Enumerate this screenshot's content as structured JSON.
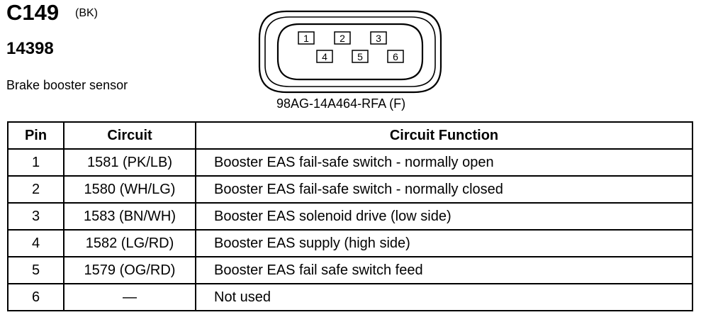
{
  "header": {
    "connector_id": "C149",
    "connector_color": "(BK)",
    "part_number": "14398",
    "component_name": "Brake booster sensor"
  },
  "connector": {
    "part_number": "98AG-14A464-RFA (F)",
    "pins": [
      "1",
      "2",
      "3",
      "4",
      "5",
      "6"
    ]
  },
  "table": {
    "headers": [
      "Pin",
      "Circuit",
      "Circuit Function"
    ],
    "rows": [
      {
        "pin": "1",
        "circuit": "1581 (PK/LB)",
        "function": "Booster EAS fail-safe switch - normally open"
      },
      {
        "pin": "2",
        "circuit": "1580 (WH/LG)",
        "function": "Booster EAS fail-safe switch - normally closed"
      },
      {
        "pin": "3",
        "circuit": "1583 (BN/WH)",
        "function": "Booster EAS solenoid drive (low side)"
      },
      {
        "pin": "4",
        "circuit": "1582 (LG/RD)",
        "function": "Booster EAS supply (high side)"
      },
      {
        "pin": "5",
        "circuit": "1579 (OG/RD)",
        "function": "Booster EAS fail safe switch feed"
      },
      {
        "pin": "6",
        "circuit": "—",
        "function": "Not used"
      }
    ]
  }
}
